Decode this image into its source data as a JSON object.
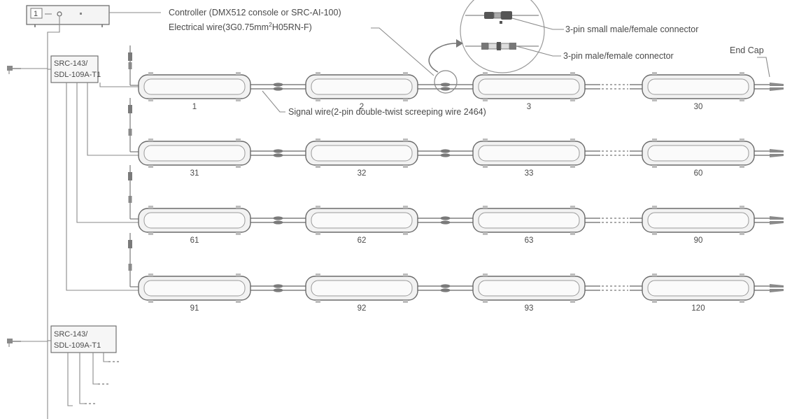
{
  "controller": {
    "channel": "1",
    "label": "Controller (DMX512 console or SRC-AI-100)"
  },
  "wires": {
    "electrical_prefix": "Electrical wire(3G0.75mm",
    "electrical_sup": "2",
    "electrical_suffix": "H05RN-F)",
    "signal": "Signal wire(2-pin double-twist screeping wire 2464)"
  },
  "connectors": {
    "small": "3-pin small male/female connector",
    "regular": "3-pin male/female connector"
  },
  "end_cap": "End Cap",
  "decoders": [
    {
      "line1": "SRC-143/",
      "line2": "SDL-109A-T1"
    },
    {
      "line1": "SRC-143/",
      "line2": "SDL-109A-T1"
    }
  ],
  "lamps": [
    [
      "1",
      "2",
      "3",
      "30"
    ],
    [
      "31",
      "32",
      "33",
      "60"
    ],
    [
      "61",
      "62",
      "63",
      "90"
    ],
    [
      "91",
      "92",
      "93",
      "120"
    ]
  ]
}
